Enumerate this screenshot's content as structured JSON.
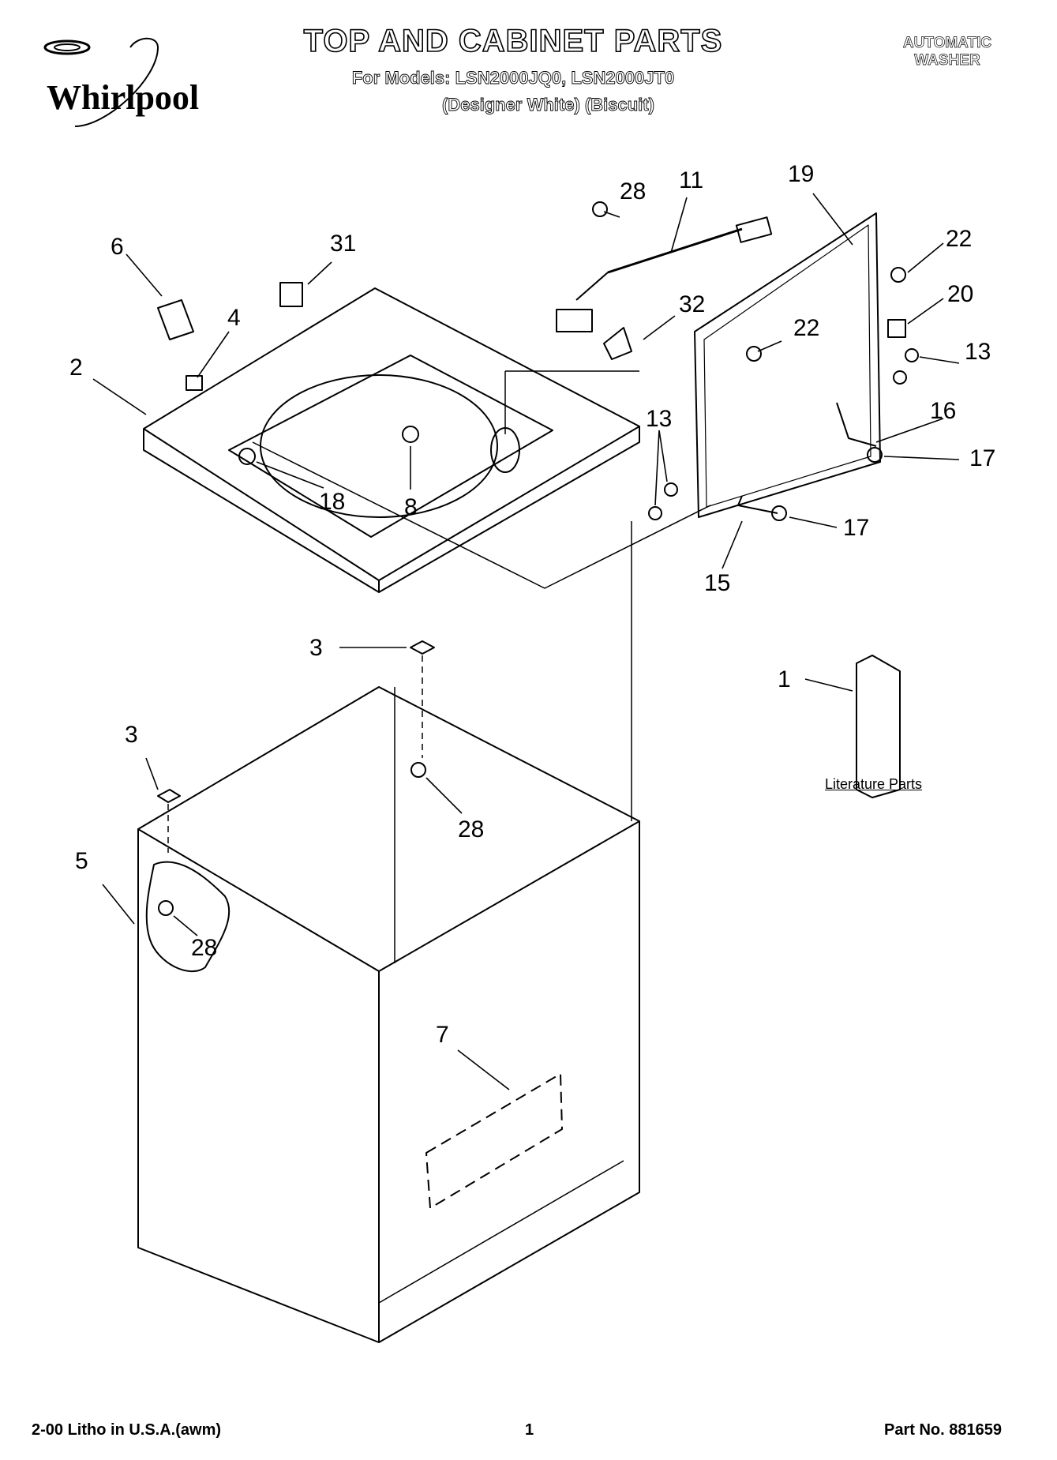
{
  "header": {
    "title": "TOP AND CABINET PARTS",
    "models": "For Models: LSN2000JQ0, LSN2000JT0",
    "colors": "(Designer White)   (Biscuit)",
    "type_line1": "AUTOMATIC",
    "type_line2": "WASHER",
    "brand": "Whirlpool"
  },
  "literature_label": "Literature Parts",
  "footer": {
    "left": "2-00 Litho in U.S.A.(awm)",
    "center": "1",
    "right": "Part No. 881659"
  },
  "callouts": {
    "c6": "6",
    "c31": "31",
    "c4": "4",
    "c2": "2",
    "c18": "18",
    "c8": "8",
    "c28a": "28",
    "c11": "11",
    "c32": "32",
    "c19": "19",
    "c22a": "22",
    "c22b": "22",
    "c20": "20",
    "c13a": "13",
    "c13b": "13",
    "c16": "16",
    "c17a": "17",
    "c17b": "17",
    "c15": "15",
    "c1": "1",
    "c3a": "3",
    "c3b": "3",
    "c28b": "28",
    "c5": "5",
    "c28c": "28",
    "c7": "7"
  }
}
